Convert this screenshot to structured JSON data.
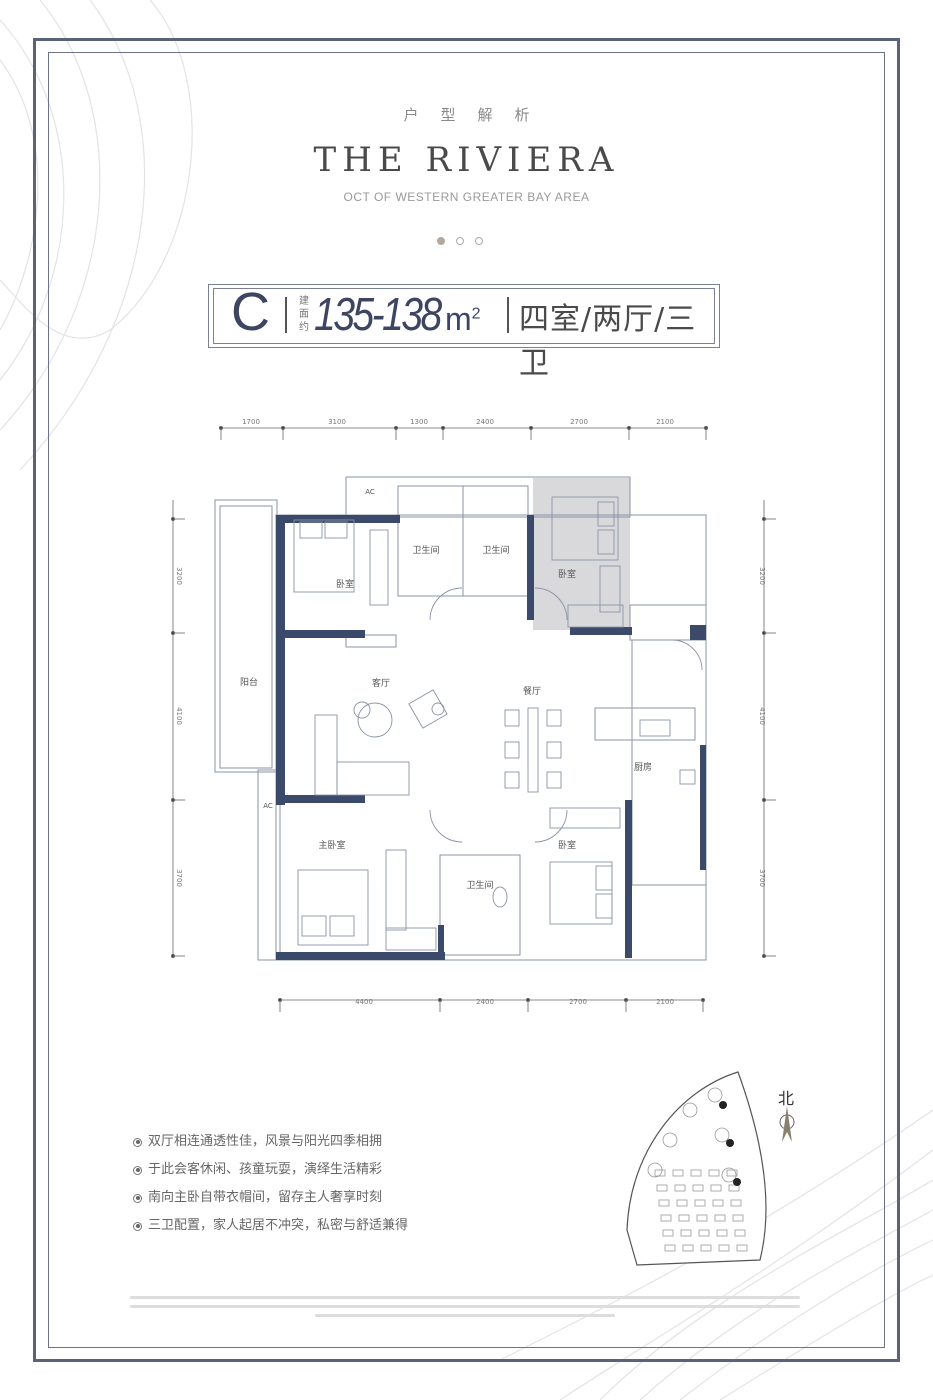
{
  "header": {
    "subtitle_cn": "户型解析",
    "title": "THE RIVIERA",
    "tagline": "OCT OF WESTERN GREATER BAY AREA",
    "pager": {
      "count": 3,
      "active_index": 0
    }
  },
  "unit": {
    "type": "C",
    "area_label": "建面约",
    "area": "135-138",
    "area_unit": "m",
    "area_unit_sup": "2",
    "layout": "四室/两厅/三卫"
  },
  "floor_plan": {
    "dims_top": [
      "1700",
      "3100",
      "1300",
      "2400",
      "2700",
      "2100"
    ],
    "dims_bottom": [
      "4400",
      "2400",
      "2700",
      "2100"
    ],
    "dims_left": [
      "3200",
      "4100",
      "3700"
    ],
    "dims_right": [
      "3200",
      "4100",
      "3700"
    ],
    "rooms": {
      "bedroom_nw": "卧室",
      "bath_1": "卫生间",
      "bath_2": "卫生间",
      "bedroom_ne": "卧室",
      "balcony": "阳台",
      "living": "客厅",
      "dining": "餐厅",
      "kitchen": "厨房",
      "master": "主卧室",
      "bath_3": "卫生间",
      "bedroom_se": "卧室",
      "ac_1": "AC",
      "ac_2": "AC"
    }
  },
  "features": [
    "双厅相连通透性佳，风景与阳光四季相拥",
    "于此会客休闲、孩童玩耍，演绎生活精彩",
    "南向主卧自带衣帽间，留存主人奢享时刻",
    "三卫配置，家人起居不冲突，私密与舒适兼得"
  ],
  "site_map": {
    "compass_label": "北",
    "icon": "north-arrow-icon"
  },
  "colors": {
    "frame": "#5a6478",
    "wall": "#3b4a6b",
    "highlight_room": "#d9d9dc",
    "accent_dot": "#b4a9a0"
  }
}
